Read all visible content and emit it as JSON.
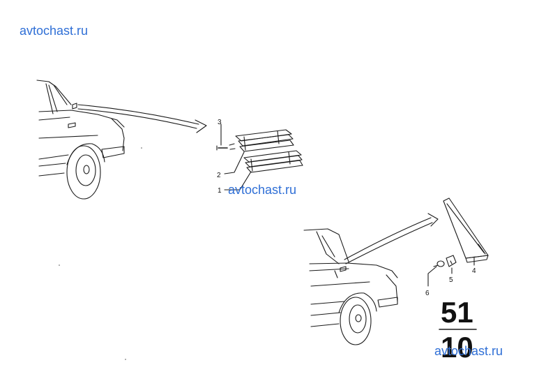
{
  "watermarks": [
    "avtochast.ru",
    "avtochast.ru",
    "avtochast.ru"
  ],
  "callouts": [
    "1",
    "2",
    "3",
    "4",
    "5",
    "6"
  ],
  "group_number": {
    "top": "51",
    "bottom": "10"
  },
  "colors": {
    "watermark": "#2f6fd6",
    "line": "#1a1a1a"
  }
}
